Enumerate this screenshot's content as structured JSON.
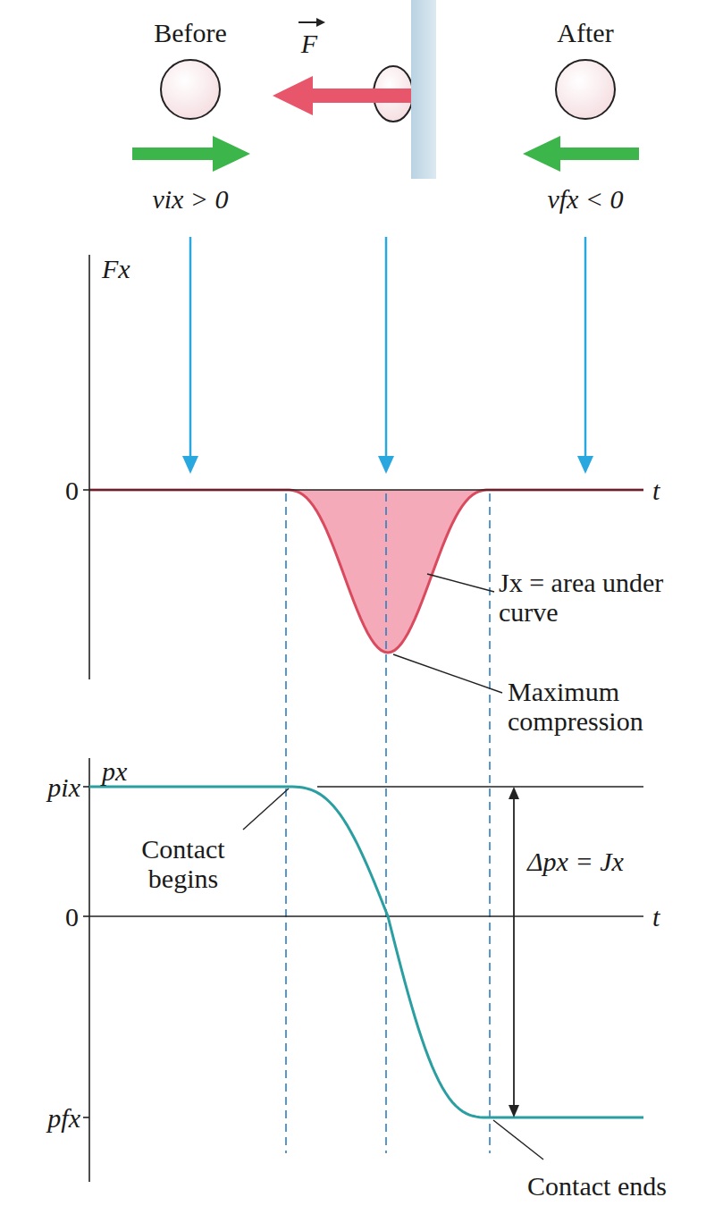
{
  "diagram": {
    "labels": [
      "Before",
      "After",
      "F",
      "vix > 0",
      "vfx < 0",
      "Fx",
      "0",
      "t",
      "Jx = area under curve",
      "Maximum compression",
      "px",
      "pix",
      "Contact begins",
      "0",
      "t",
      "Δpx = Jx",
      "pfx",
      "Contact ends"
    ]
  }
}
